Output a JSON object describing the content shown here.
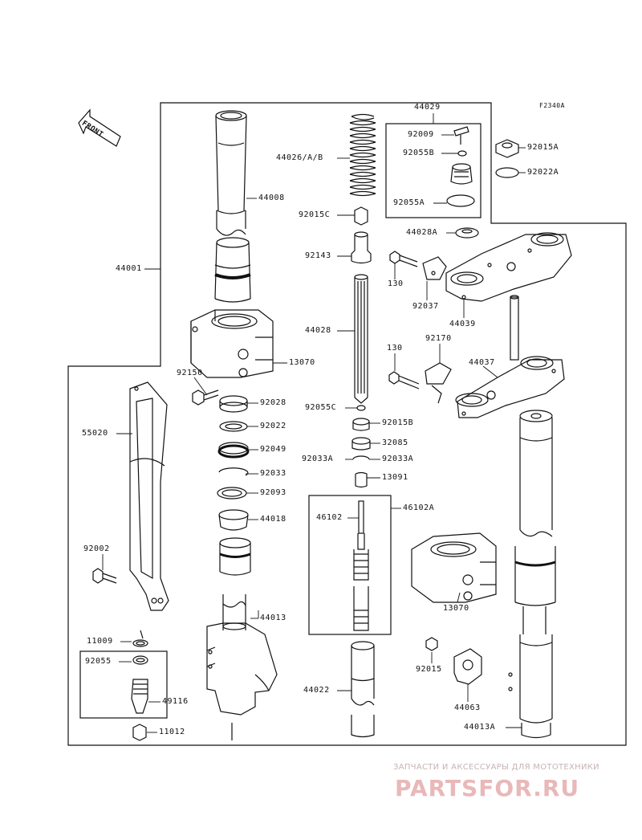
{
  "diagram": {
    "figure_code": "F2340A",
    "front_label": "FRONT",
    "parts": {
      "p44001": "44001",
      "p44008": "44008",
      "p13070a": "13070",
      "p92150": "92150",
      "p92028": "92028",
      "p92022": "92022",
      "p92049": "92049",
      "p92033": "92033",
      "p92093": "92093",
      "p44018": "44018",
      "p44013": "44013",
      "p55020": "55020",
      "p92002": "92002",
      "p11009": "11009",
      "p92055": "92055",
      "p49116": "49116",
      "p11012": "11012",
      "p44026": "44026/A/B",
      "p92015c": "92015C",
      "p92143": "92143",
      "p44028": "44028",
      "p92055c": "92055C",
      "p92015b": "92015B",
      "p32085": "32085",
      "p92033a_l": "92033A",
      "p92033a_r": "92033A",
      "p13091": "13091",
      "p46102": "46102",
      "p46102a": "46102A",
      "p44022": "44022",
      "p44029": "44029",
      "p92009": "92009",
      "p92055b": "92055B",
      "p92055a": "92055A",
      "p92015a": "92015A",
      "p92022a": "92022A",
      "p44028a": "44028A",
      "p130a": "130",
      "p92037": "92037",
      "p44039": "44039",
      "p130b": "130",
      "p92170": "92170",
      "p44037": "44037",
      "p13070b": "13070",
      "p92015": "92015",
      "p44063": "44063",
      "p44013a": "44013A"
    }
  },
  "watermark": {
    "caption": "ЗАПЧАСТИ И АКСЕССУАРЫ ДЛЯ МОТОТЕХНИКИ",
    "logo": "PARTSFOR.RU"
  }
}
